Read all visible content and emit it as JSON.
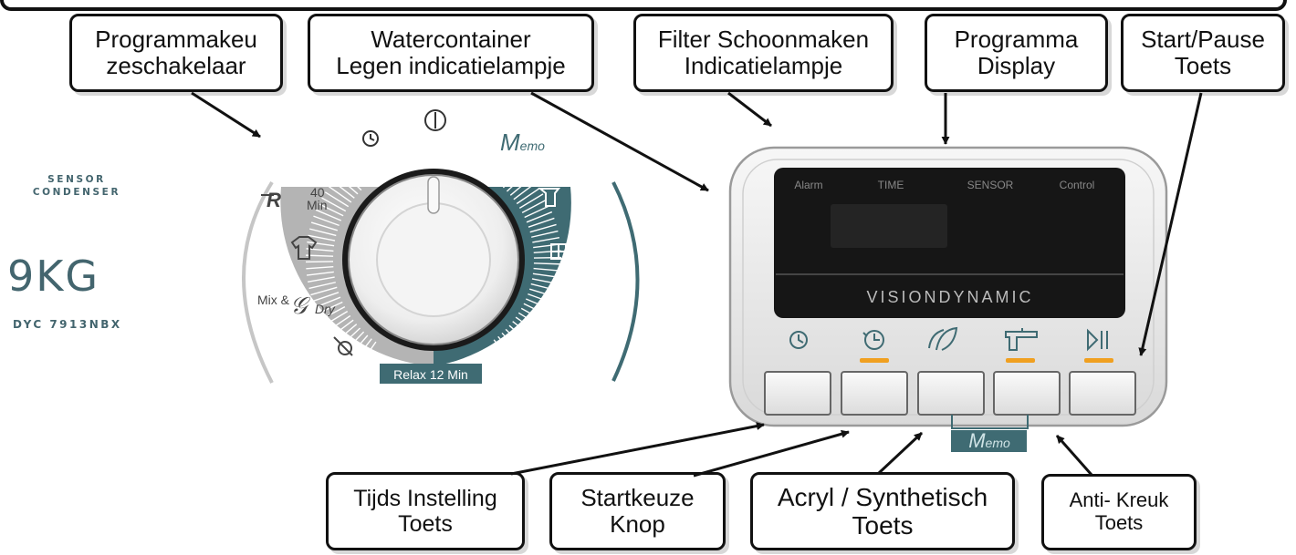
{
  "callouts": {
    "program_selector": [
      "Programmakeu",
      "zeschakelaar"
    ],
    "water_container": [
      "Watercontainer",
      "Legen indicatielampje"
    ],
    "filter_cleaning": [
      "Filter Schoonmaken",
      "Indicatielampje"
    ],
    "program_display": [
      "Programma",
      "Display"
    ],
    "start_pause": [
      "Start/Pause",
      "Toets"
    ],
    "time_setting": [
      "Tijds Instelling",
      "Toets"
    ],
    "delay_start": [
      "Startkeuze",
      "Knop"
    ],
    "acrylic_synthetic": [
      "Acryl / Synthetisch",
      "Toets"
    ],
    "anti_crease": [
      "Anti- Kreuk",
      "Toets"
    ]
  },
  "brand": {
    "sensor_line1": "SENSOR",
    "sensor_line2": "CONDENSER",
    "capacity": "9KG",
    "model": "DYC 7913NBX"
  },
  "dial": {
    "program_40": "40",
    "program_40_unit": "Min",
    "program_r": "R",
    "mix_label_1": "Mix &",
    "mix_label_2": "Dry",
    "relax_label": "Relax 12 Min",
    "memo_m": "M",
    "memo_rest": "emo"
  },
  "display": {
    "indicators": [
      "Alarm",
      "TIME",
      "SENSOR",
      "Control"
    ],
    "brand_text": "VISIONDYNAMIC",
    "memo_m": "M",
    "memo_rest": "emo"
  },
  "colors": {
    "teal": "#3f6b73",
    "gray_band": "#b4b4b4",
    "indicator_orange": "#f0a020",
    "display_black": "#161616",
    "frame": "#111111"
  }
}
